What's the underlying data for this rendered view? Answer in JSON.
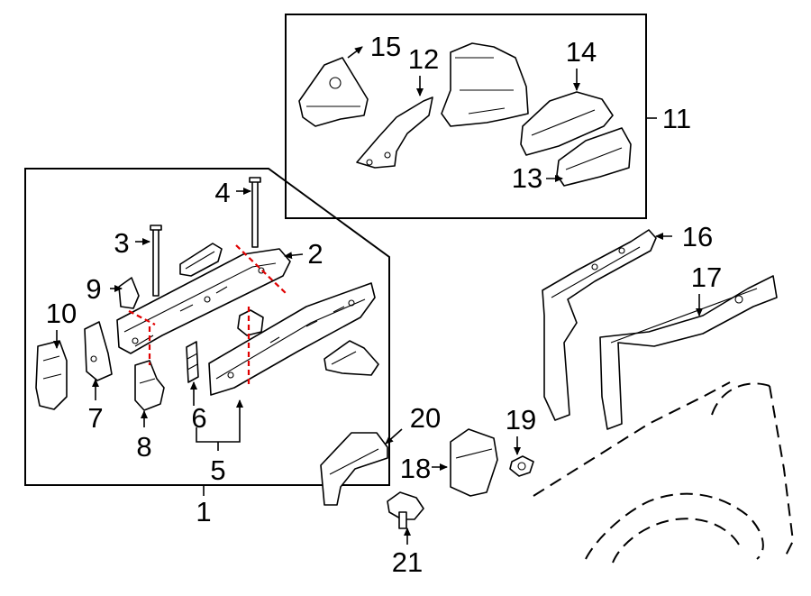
{
  "diagram": {
    "callouts": [
      {
        "id": "c1",
        "text": "1"
      },
      {
        "id": "c2",
        "text": "2"
      },
      {
        "id": "c3",
        "text": "3"
      },
      {
        "id": "c4",
        "text": "4"
      },
      {
        "id": "c5",
        "text": "5"
      },
      {
        "id": "c6",
        "text": "6"
      },
      {
        "id": "c7",
        "text": "7"
      },
      {
        "id": "c8",
        "text": "8"
      },
      {
        "id": "c9",
        "text": "9"
      },
      {
        "id": "c10",
        "text": "10"
      },
      {
        "id": "c11",
        "text": "11"
      },
      {
        "id": "c12",
        "text": "12"
      },
      {
        "id": "c13",
        "text": "13"
      },
      {
        "id": "c14",
        "text": "14"
      },
      {
        "id": "c15",
        "text": "15"
      },
      {
        "id": "c16",
        "text": "16"
      },
      {
        "id": "c17",
        "text": "17"
      },
      {
        "id": "c18",
        "text": "18"
      },
      {
        "id": "c19",
        "text": "19"
      },
      {
        "id": "c20",
        "text": "20"
      },
      {
        "id": "c21",
        "text": "21"
      }
    ],
    "colors": {
      "line": "#000000",
      "background": "#ffffff",
      "cut_lines": "#e00000"
    }
  }
}
